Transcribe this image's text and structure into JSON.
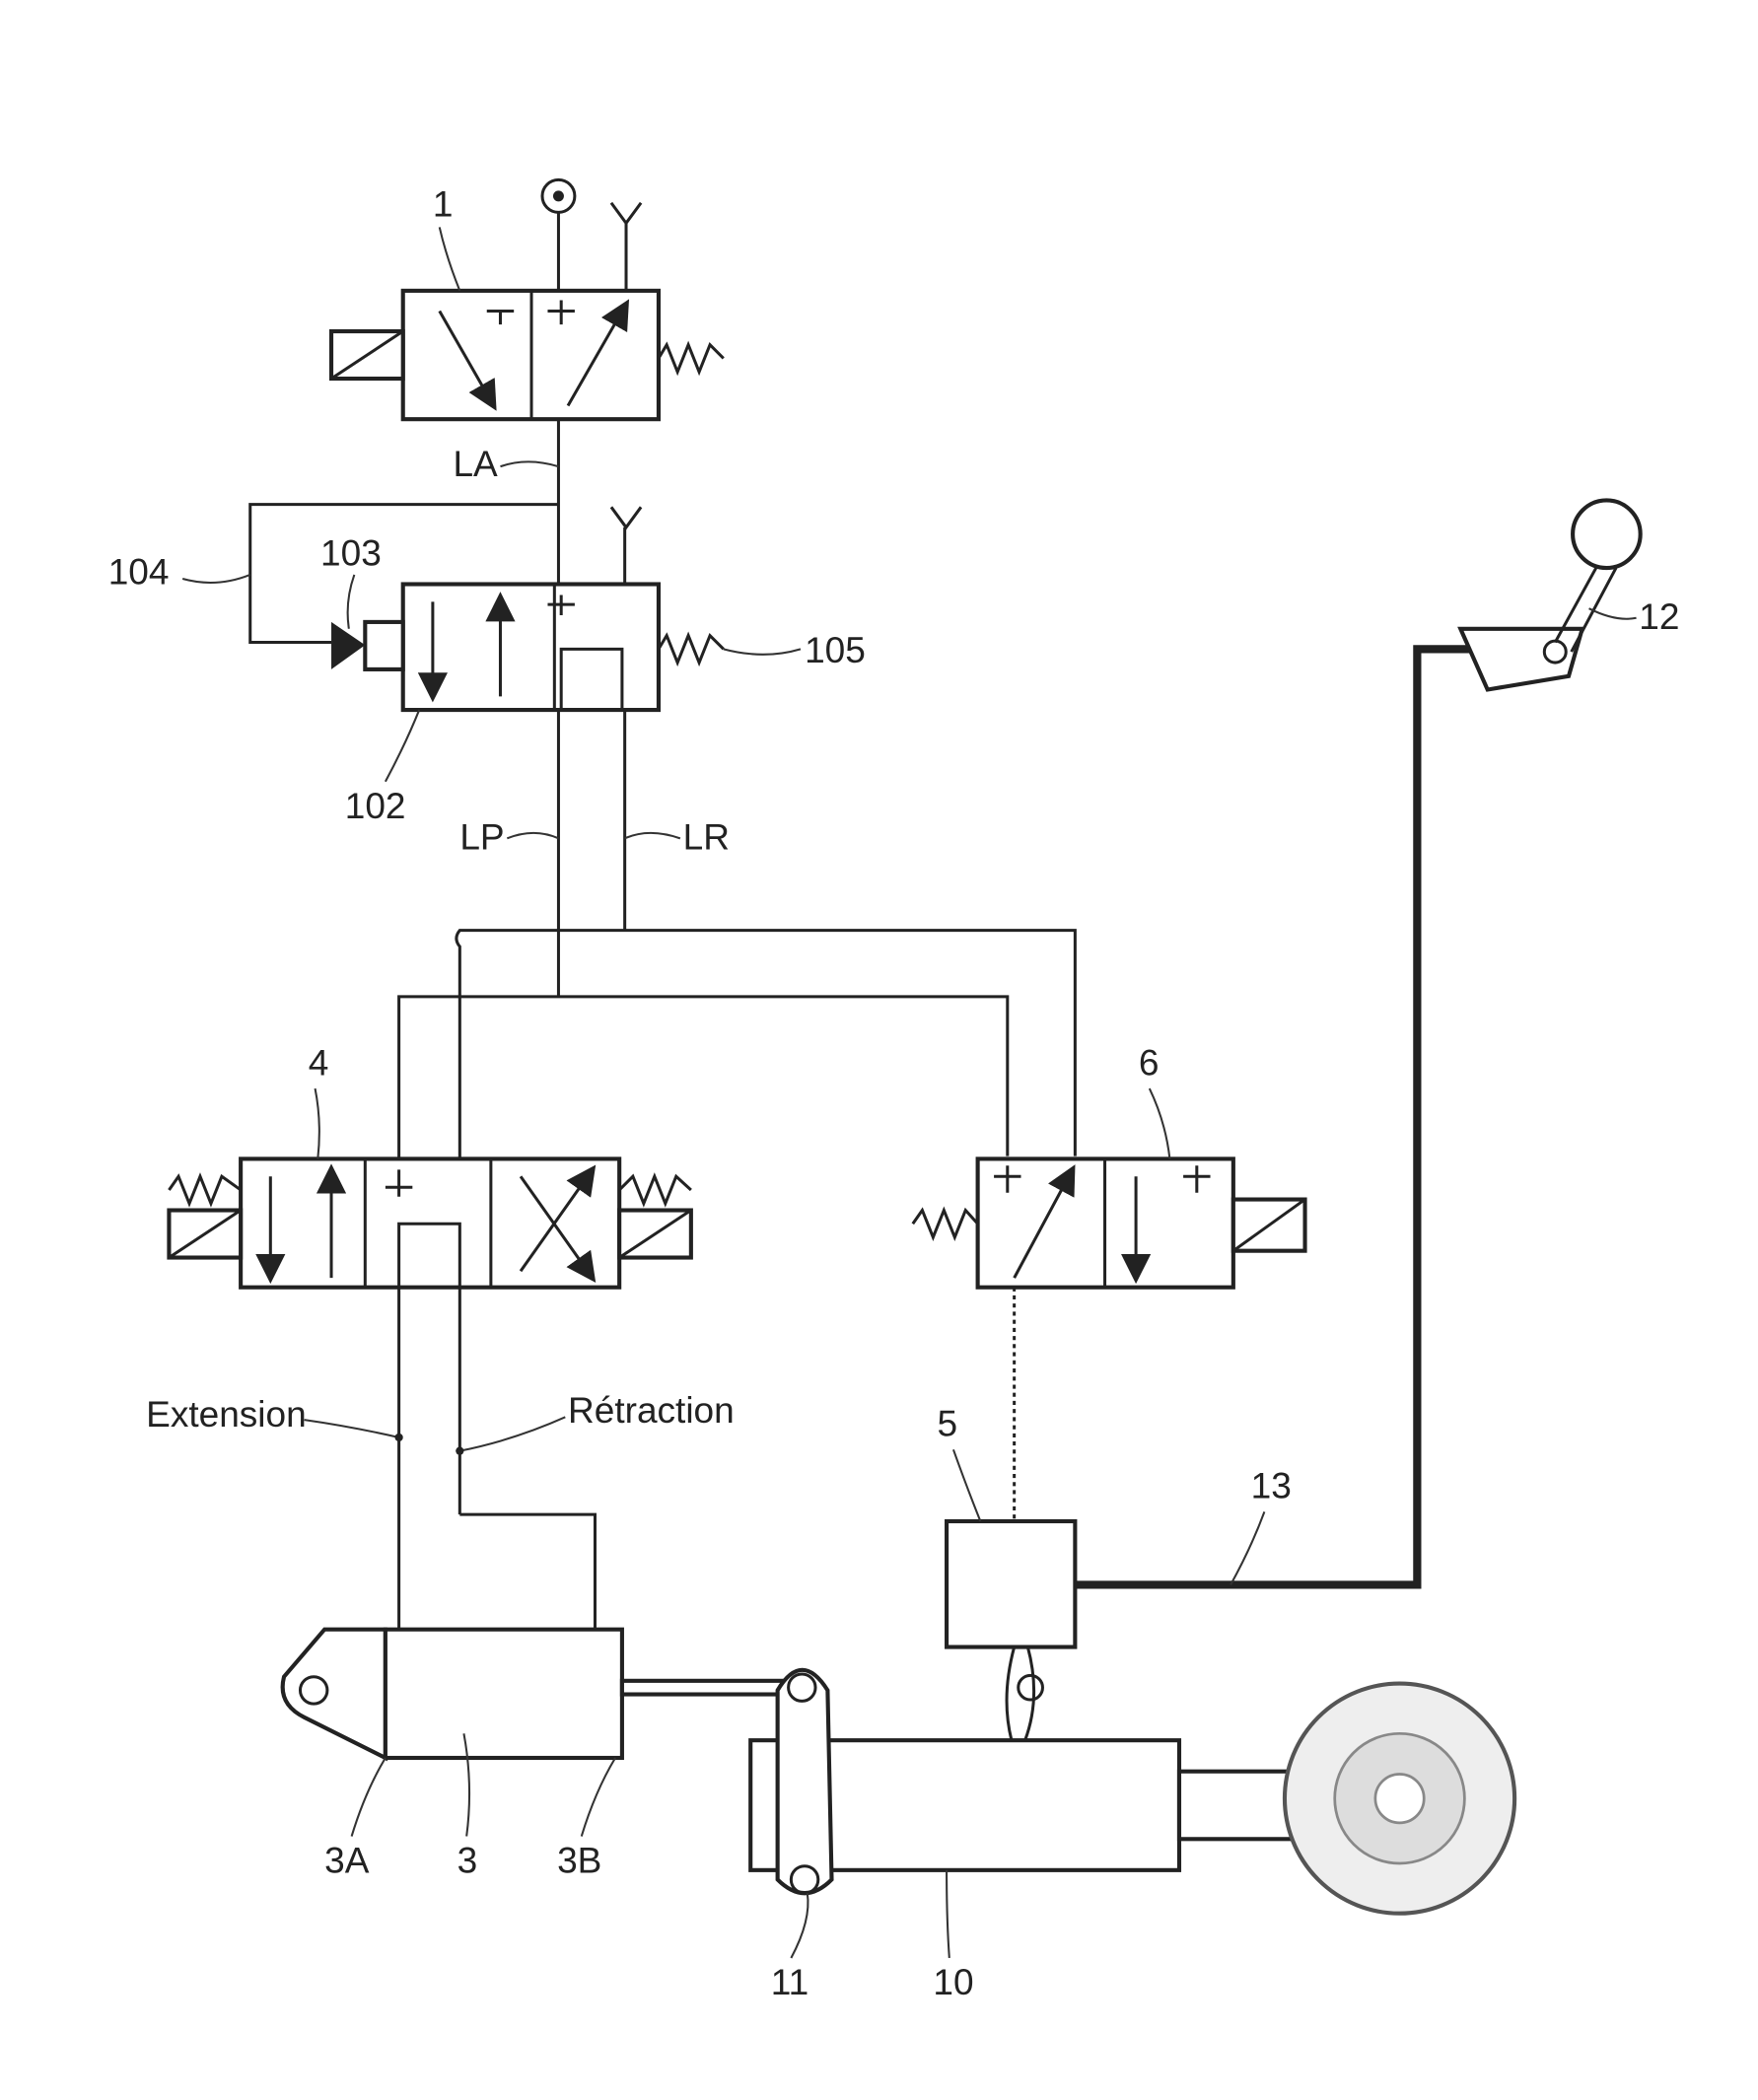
{
  "labels": {
    "valve1": "1",
    "la": "LA",
    "l104": "104",
    "l103": "103",
    "l105": "105",
    "l102": "102",
    "lp": "LP",
    "lr": "LR",
    "l12": "12",
    "l4": "4",
    "l6": "6",
    "extension": "Extension",
    "retraction": "Rétraction",
    "l5": "5",
    "l13": "13",
    "l3a": "3A",
    "l3": "3",
    "l3b": "3B",
    "l11": "11",
    "l10": "10"
  },
  "colors": {
    "line": "#222222",
    "background": "#ffffff"
  }
}
